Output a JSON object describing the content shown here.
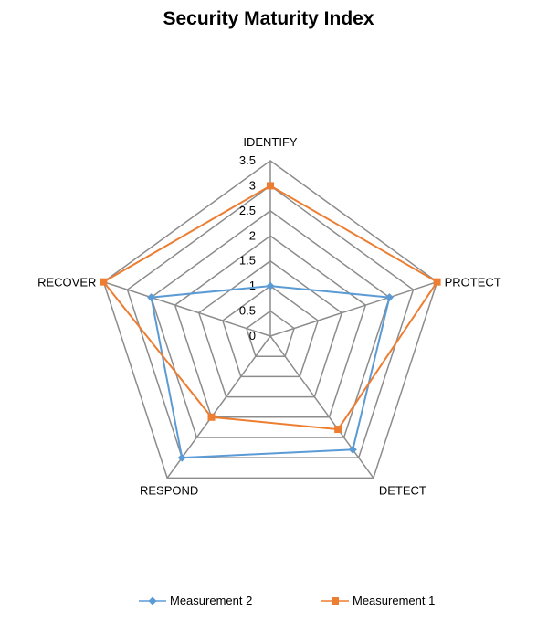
{
  "chart_data": {
    "type": "radar",
    "title": "Security Maturity Index",
    "axes": [
      "IDENTIFY",
      "PROTECT",
      "DETECT",
      "RESPOND",
      "RECOVER"
    ],
    "ticks": [
      "0",
      "0.5",
      "1",
      "1.5",
      "2",
      "2.5",
      "3",
      "3.5"
    ],
    "rlim": [
      0,
      3.5
    ],
    "grid": true,
    "legend_position": "bottom",
    "series": [
      {
        "name": "Measurement 2",
        "color": "#5B9BD5",
        "marker": "diamond",
        "values": [
          1,
          2.5,
          2.8,
          3.0,
          2.5
        ]
      },
      {
        "name": "Measurement 1",
        "color": "#ED7D31",
        "marker": "square",
        "values": [
          3,
          3.5,
          2.3,
          2.0,
          3.5
        ]
      }
    ]
  }
}
